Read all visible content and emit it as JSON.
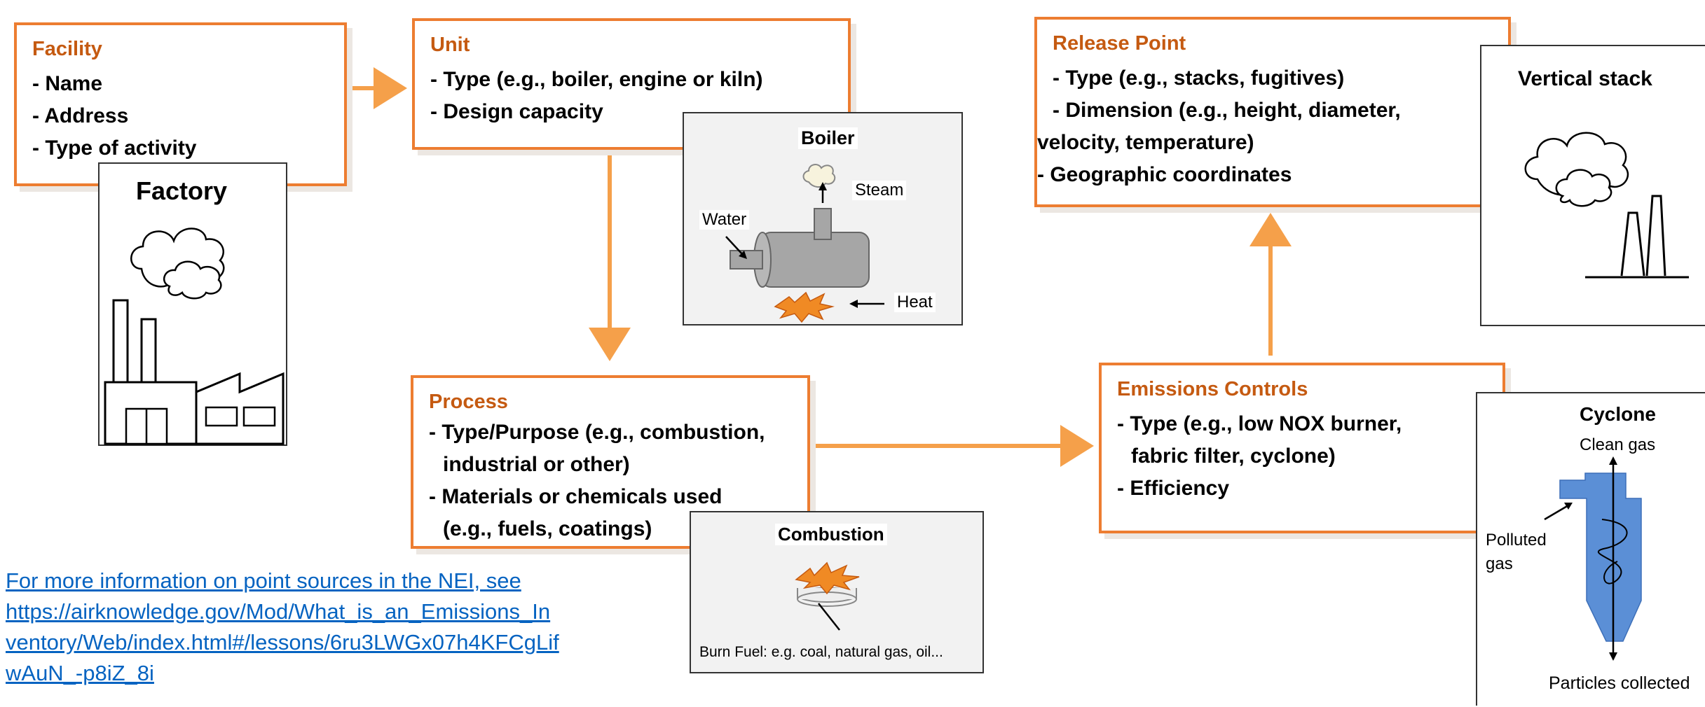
{
  "facility": {
    "title": "Facility",
    "lines": [
      "- Name",
      "- Address",
      "- Type of activity"
    ]
  },
  "unit": {
    "title": "Unit",
    "lines": [
      "- Type (e.g., boiler, engine or kiln)",
      "- Design capacity"
    ]
  },
  "process": {
    "title": "Process",
    "lines": [
      "- Type/Purpose (e.g., combustion,",
      "industrial or other)",
      "- Materials or chemicals used",
      "(e.g., fuels, coatings)"
    ]
  },
  "release_point": {
    "title": "Release Point",
    "lines": [
      "- Type (e.g., stacks, fugitives)",
      "- Dimension (e.g., height, diameter,",
      "velocity, temperature)",
      "- Geographic coordinates"
    ]
  },
  "emissions_controls": {
    "title": "Emissions Controls",
    "lines": [
      "- Type (e.g., low NOX burner,",
      "fabric filter, cyclone)",
      "- Efficiency"
    ]
  },
  "factory_pic": {
    "title": "Factory"
  },
  "boiler_pic": {
    "title": "Boiler",
    "water": "Water",
    "steam": "Steam",
    "heat": "Heat"
  },
  "combustion_pic": {
    "title": "Combustion",
    "caption": "Burn Fuel: e.g. coal, natural gas, oil..."
  },
  "stack_pic": {
    "title": "Vertical stack"
  },
  "cyclone_pic": {
    "title": "Cyclone",
    "clean": "Clean gas",
    "polluted_1": "Polluted",
    "polluted_2": "gas",
    "particles": "Particles collected"
  },
  "link": {
    "lines": [
      "For more information on point sources in the NEI, see",
      "https://airknowledge.gov/Mod/What_is_an_Emissions_In",
      "ventory/Web/index.html#/lessons/6ru3LWGx07h4KFCgLif",
      "wAuN_-p8iZ_8i"
    ]
  },
  "colors": {
    "accent": "#ED7D31",
    "title": "#C55A11",
    "link": "#0563C1",
    "flame": "#F08A24",
    "cyclone": "#5B8FD6"
  }
}
